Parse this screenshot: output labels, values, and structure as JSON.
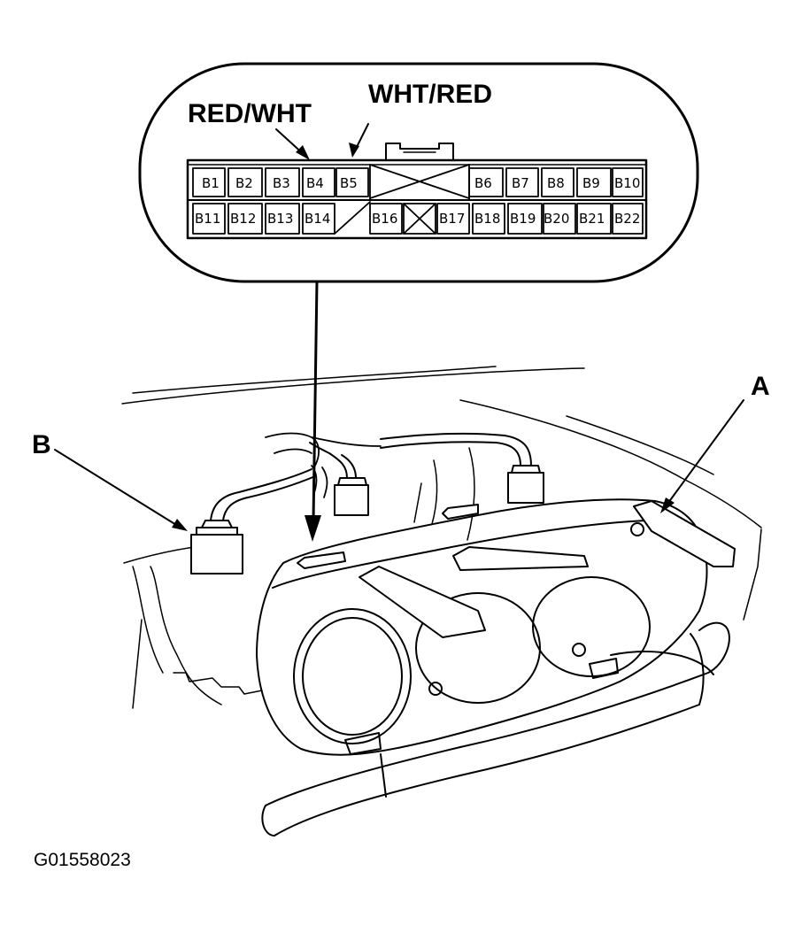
{
  "callouts": {
    "wire_left": "RED/WHT",
    "wire_right": "WHT/RED",
    "part_a": "A",
    "part_b": "B"
  },
  "figure_id": "G01558023",
  "connector": {
    "top_row": [
      "B1",
      "B2",
      "B3",
      "B4",
      "B5",
      "",
      "B6",
      "B7",
      "B8",
      "B9",
      "B10"
    ],
    "bottom_row": [
      "B11",
      "B12",
      "B13",
      "B14",
      "",
      "B16",
      "",
      "B17",
      "B18",
      "B19",
      "B20",
      "B21",
      "B22"
    ]
  }
}
